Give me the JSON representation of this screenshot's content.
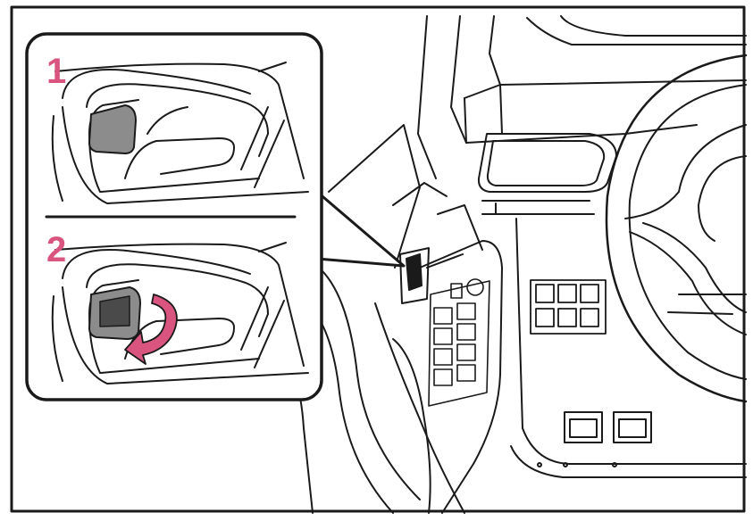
{
  "inset": {
    "steps": [
      {
        "number": "1",
        "caption": ""
      },
      {
        "number": "2",
        "caption": ""
      }
    ],
    "accent_color": "#d9557f",
    "handle_color": "#8c8c8c",
    "line_color": "#1a1a1a"
  },
  "main_scene": {
    "icons": [
      "door-panel",
      "steering-wheel",
      "power-window-switch",
      "dashboard-switch-cluster"
    ]
  }
}
